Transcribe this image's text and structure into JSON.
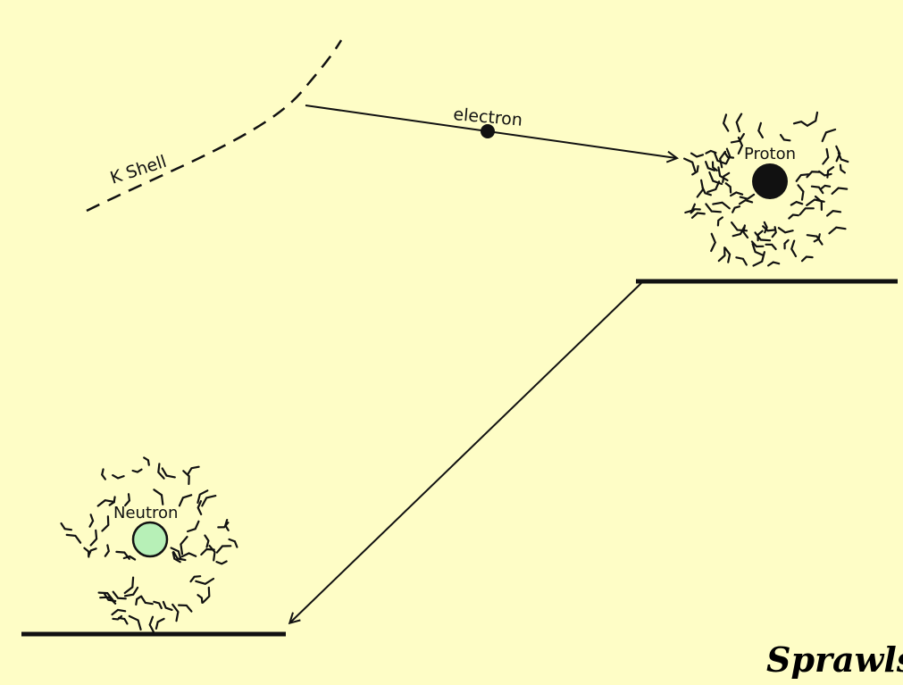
{
  "diagram": {
    "labels": {
      "k_shell": "K Shell",
      "electron": "electron",
      "proton": "Proton",
      "neutron": "Neutron"
    },
    "signature": "Sprawls",
    "colors": {
      "background": "#fefdc6",
      "ink": "#111111",
      "proton_core": "#111111",
      "neutron_core": "#b7f0b7"
    }
  }
}
